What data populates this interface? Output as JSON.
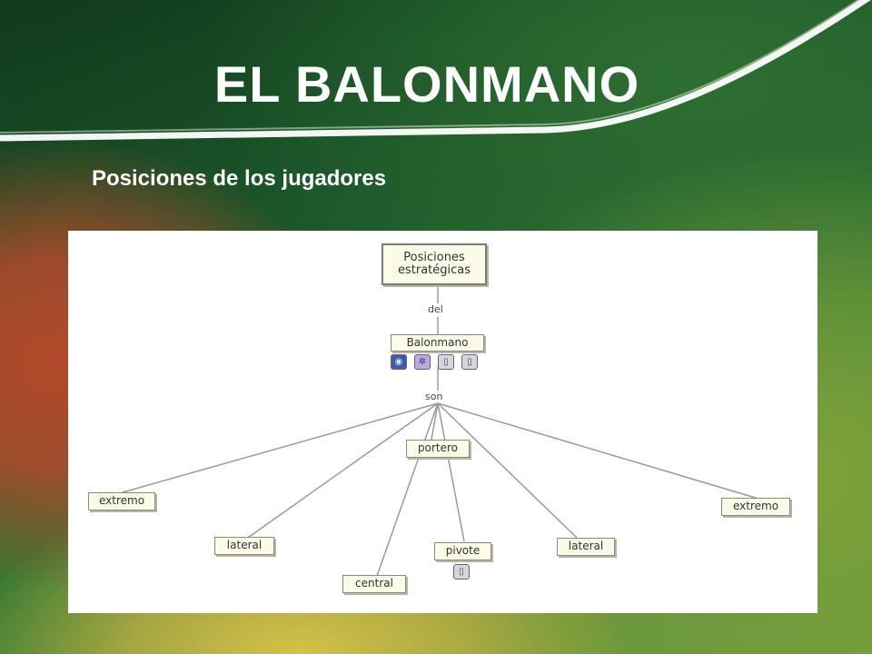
{
  "slide": {
    "title": "EL BALONMANO",
    "subtitle": "Posiciones de los jugadores"
  },
  "concept_map": {
    "root": "Posiciones\nestratégicas",
    "link_root": "del",
    "sport": "Balonmano",
    "link_sport": "son",
    "positions": {
      "portero": "portero",
      "extremo_left": "extremo",
      "lateral_left": "lateral",
      "central": "central",
      "pivote": "pivote",
      "lateral_right": "lateral",
      "extremo_right": "extremo"
    },
    "resource_icons": [
      "globe-icon",
      "molecule-icon",
      "document-icon",
      "document-icon"
    ],
    "pivote_icons": [
      "document-icon"
    ]
  },
  "colors": {
    "node_fill": "#fbfbe8",
    "node_border": "#8a8a78",
    "title_text": "#ffffff"
  }
}
